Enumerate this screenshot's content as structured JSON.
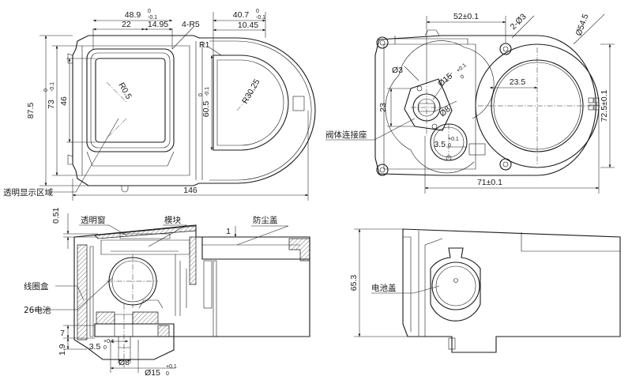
{
  "views": {
    "top": {
      "dims": {
        "w48": "48.9",
        "w48_tol_top": "0",
        "w48_tol_bot": "-0.1",
        "w22": "22",
        "w14": "14.95",
        "w40": "40.7",
        "w40_tol_top": "0",
        "w40_tol_bot": "-0.1",
        "w10": "10.45",
        "r4": "4-R5",
        "r1": "R1",
        "r05": "R0.5",
        "r30": "R30.25",
        "h87": "87.5",
        "h73": "73",
        "h73_tol_top": "0",
        "h73_tol_bot": "-0.1",
        "h46": "46",
        "h60": "60.5",
        "h60_tol_top": "0",
        "h60_tol_bot": "-0.1",
        "w146": "146"
      },
      "callout_display": "透明显示区域"
    },
    "inner": {
      "dims": {
        "w52": "52±0.1",
        "d3a": "2-Ø3",
        "d54": "Ø54.5",
        "d3b": "Ø3",
        "d15": "Ø15",
        "d15_tol_top": "+0.1",
        "d15_tol_bot": "0",
        "d8": "Ø8",
        "w23h": "23.5",
        "h23": "23",
        "w35": "3.5",
        "w35_tol_top": "+0.1",
        "w35_tol_bot": "0",
        "h72": "72.5±0.1",
        "w71": "71±0.1"
      },
      "callout_valve": "阀体连接座"
    },
    "section": {
      "dims": {
        "t051": "0.51",
        "t1": "1",
        "t7": "7",
        "t19": "1.9",
        "w35": "3.5",
        "w35_tol_top": "+0.1",
        "w35_tol_bot": "0",
        "d8": "Ø8",
        "d15": "Ø15",
        "d15_tol_top": "+0.1",
        "d15_tol_bot": "0"
      },
      "label_window": "透明窗",
      "label_module": "模块",
      "label_dustcover": "防尘盖",
      "label_coilbox": "线圈盒",
      "label_battery": "26电池"
    },
    "side": {
      "dims": {
        "h65": "65.3"
      },
      "label_batterycover": "电池盖"
    }
  }
}
